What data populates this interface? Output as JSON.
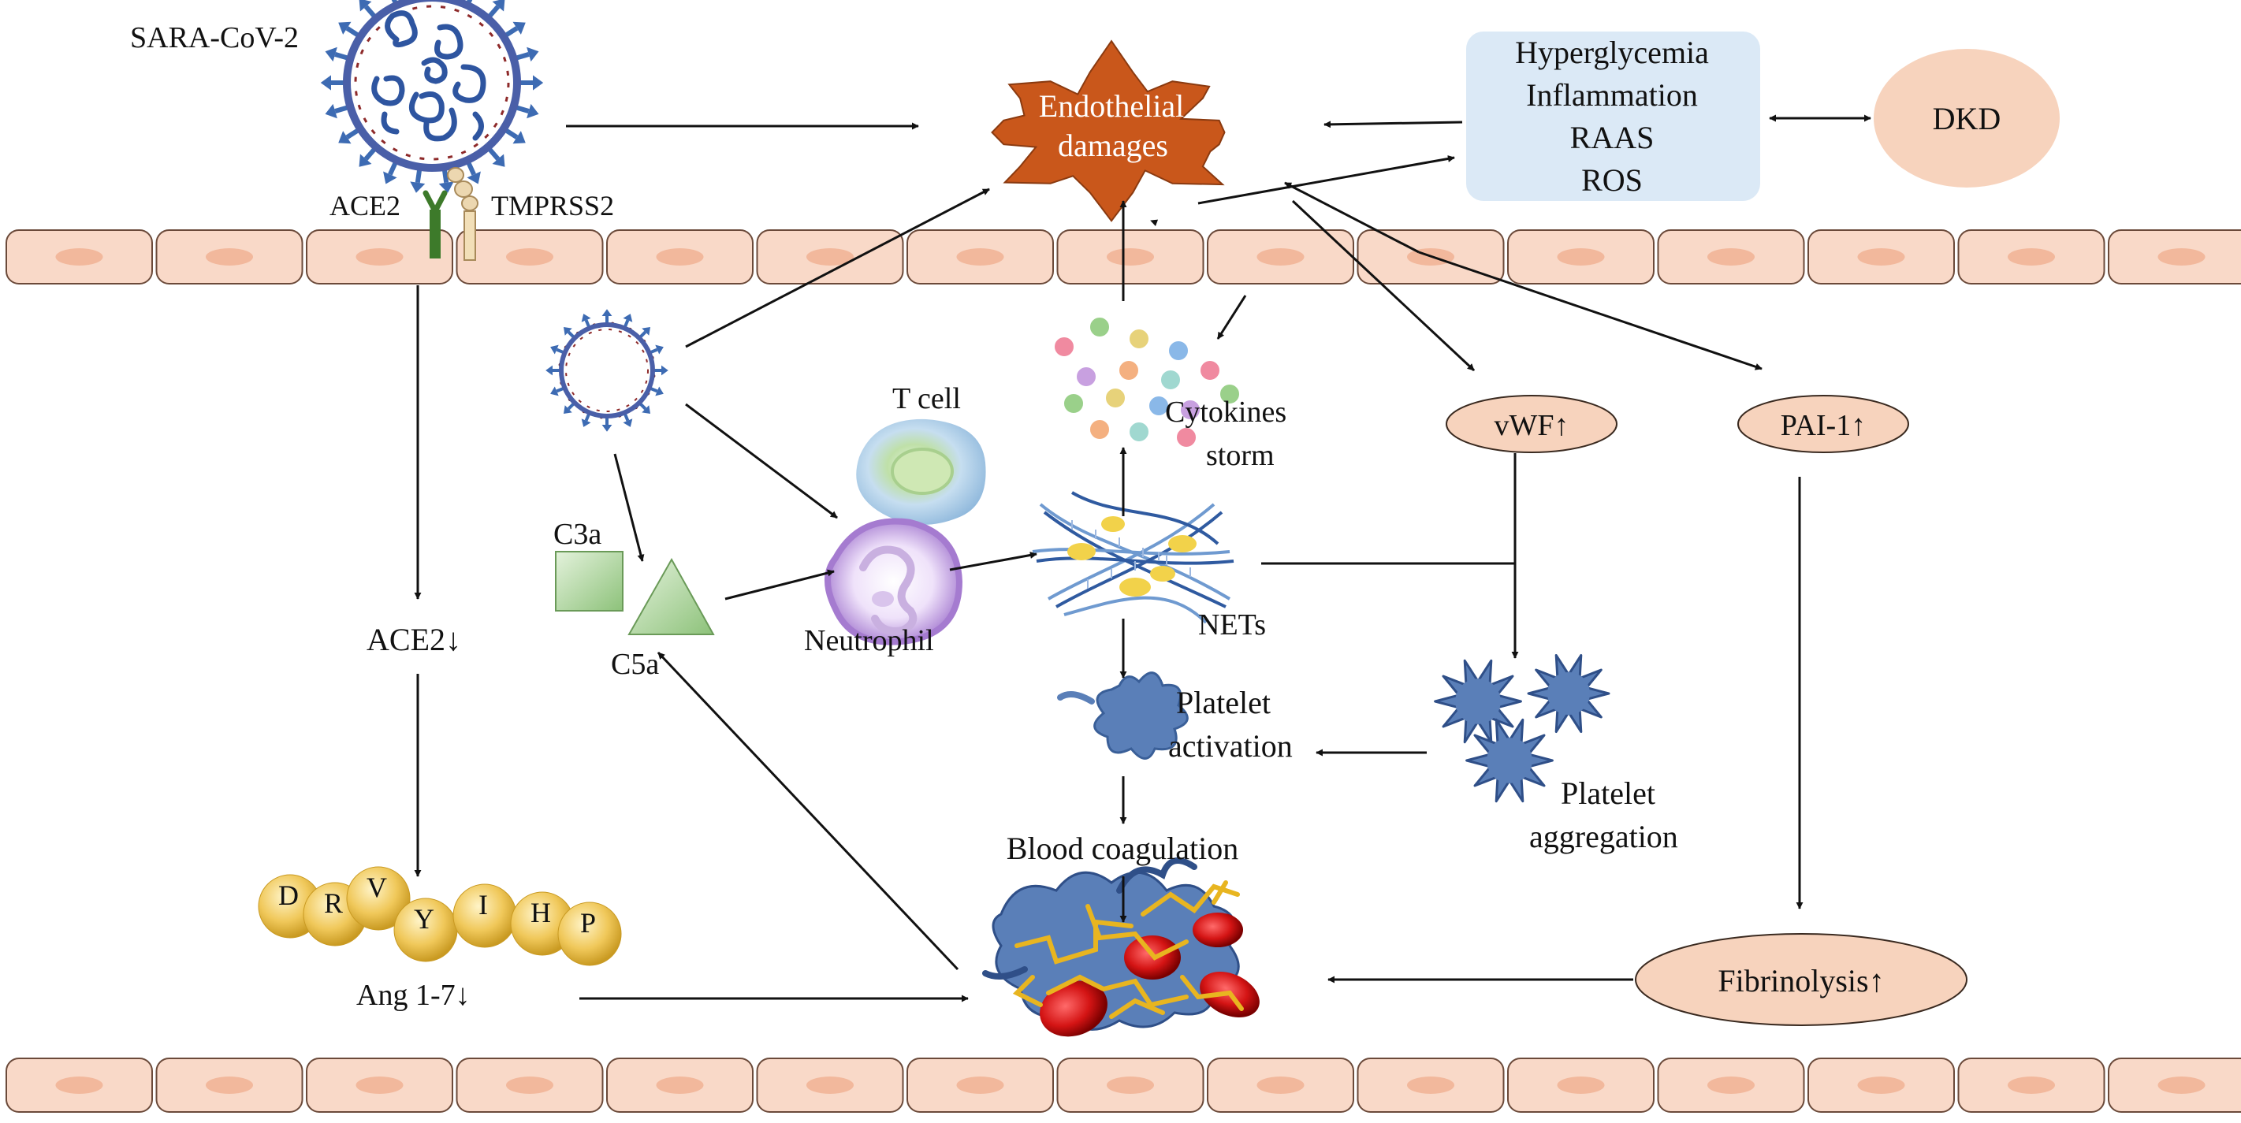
{
  "labels": {
    "virus": "SARA-CoV-2",
    "ace2_receptor": "ACE2",
    "tmprss2": "TMPRSS2",
    "endothelial_line1": "Endothelial",
    "endothelial_line2": "damages",
    "risk_factors": [
      "Hyperglycemia",
      "Inflammation",
      "RAAS",
      "ROS"
    ],
    "dkd": "DKD",
    "t_cell": "T cell",
    "cytokines_line1": "Cytokines",
    "cytokines_line2": "storm",
    "vwf": "vWF↑",
    "pai1": "PAI-1↑",
    "c3a": "C3a",
    "c5a": "C5a",
    "neutrophil": "Neutrophil",
    "nets": "NETs",
    "ace2_down": "ACE2↓",
    "platelet_activation_line1": "Platelet",
    "platelet_activation_line2": "activation",
    "platelet_aggregation_line1": "Platelet",
    "platelet_aggregation_line2": "aggregation",
    "blood_coagulation": "Blood coagulation",
    "peptide_letters": [
      "D",
      "R",
      "V",
      "Y",
      "I",
      "H",
      "P"
    ],
    "ang17": "Ang  1-7↓",
    "fibrinolysis": "Fibrinolysis↑"
  },
  "colors": {
    "cell_fill": "#f9d9c8",
    "cell_stroke": "#6b4a3a",
    "nucleus": "#f2b89c",
    "star": "#c9571b",
    "risk_box": "#dbe9f6",
    "oval": "#f7d3bd",
    "virus_ring": "#4a5fa8",
    "virus_spike": "#3d6bb3",
    "virus_core": "#2e55a0",
    "complement": "#a9d29a",
    "neutrophil": "#b48ad8",
    "tcell": "#b9d8ee",
    "platelet": "#5a7fb8",
    "peptide": "#f0c85a",
    "rbc": "#d41414",
    "fibrin": "#e8b520",
    "arrow": "#111111"
  }
}
